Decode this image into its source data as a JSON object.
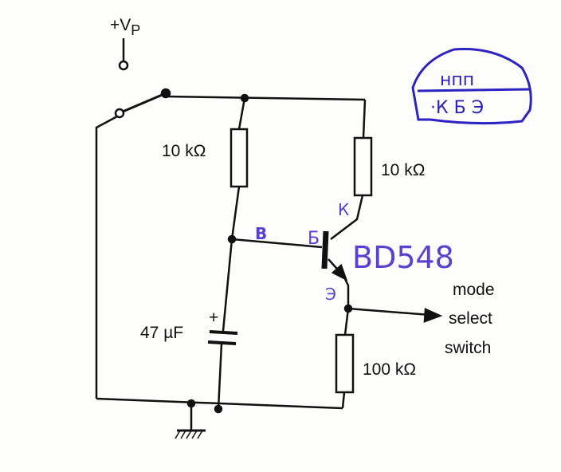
{
  "supply": {
    "label": "+V",
    "subscript": "P"
  },
  "resistors": [
    {
      "id": "R1",
      "label": "10 kΩ"
    },
    {
      "id": "R2",
      "label": "10 kΩ"
    },
    {
      "id": "R3",
      "label": "100 kΩ"
    }
  ],
  "capacitor": {
    "label": "47 µF",
    "polarity": "+"
  },
  "transistor": {
    "part_number": "BD548",
    "pins": {
      "base": "Б",
      "collector": "К",
      "emitter": "Э"
    },
    "base_scribble": "B"
  },
  "output": {
    "line1": "mode",
    "line2": "select",
    "line3": "switch"
  },
  "stamp": {
    "top": "нпп",
    "bottom": "·К Б Э"
  },
  "colors": {
    "ink": "#111111",
    "handwriting": "#5b3fd0",
    "stamp": "#2b22c0"
  }
}
